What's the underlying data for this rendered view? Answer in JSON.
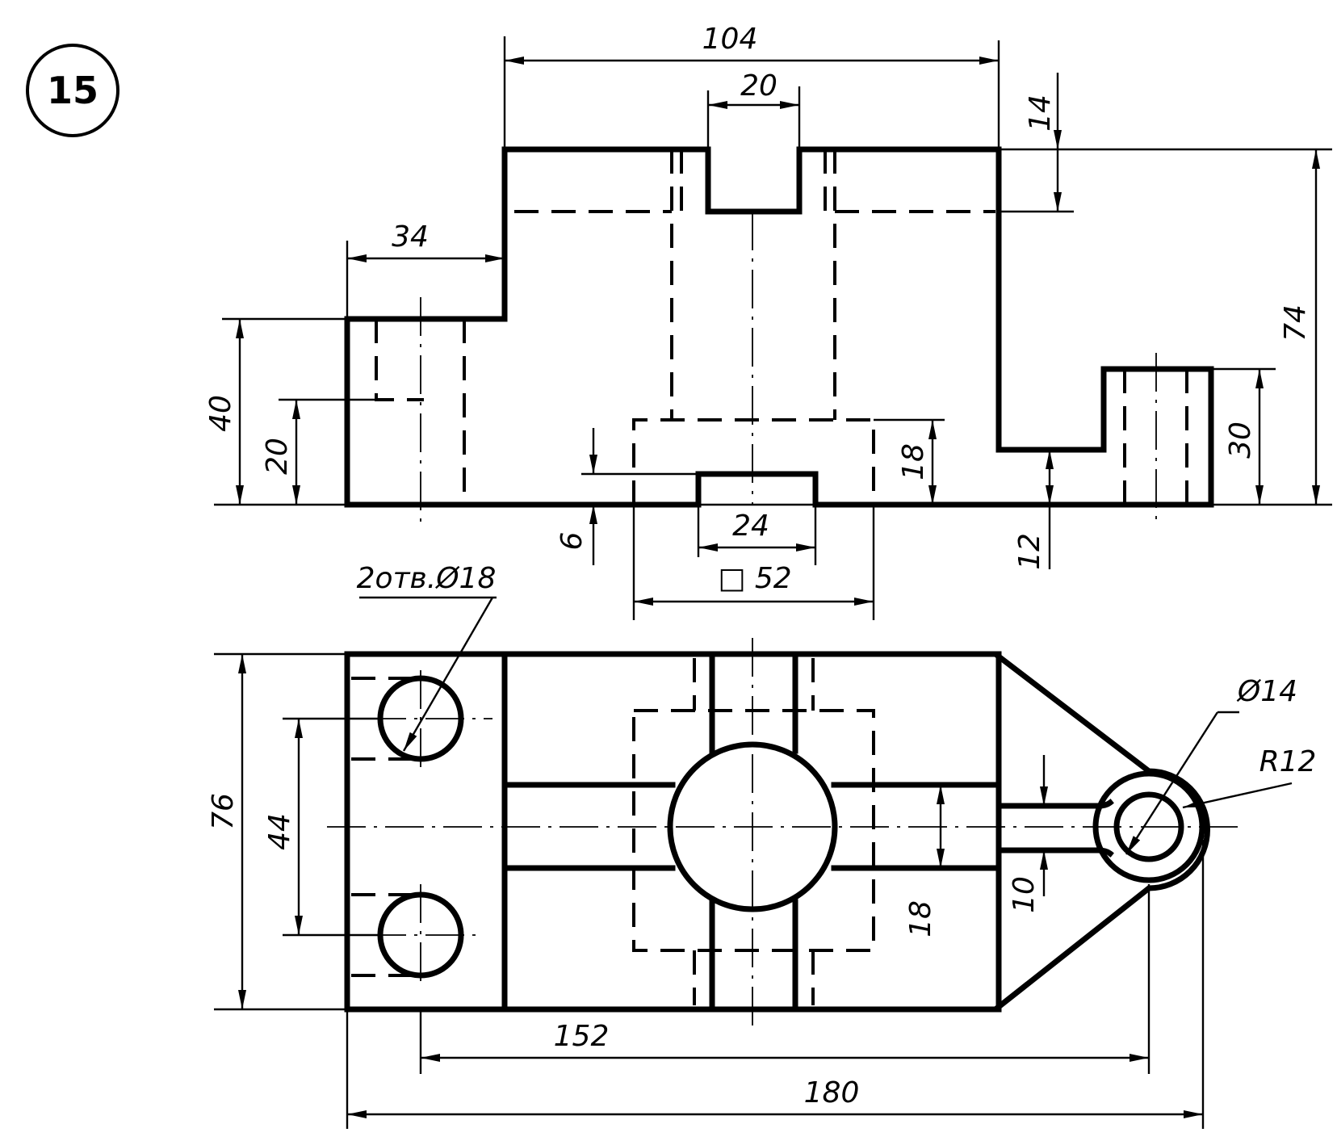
{
  "figure_number": "15",
  "colors": {
    "ink": "#000000",
    "paper": "#ffffff"
  },
  "front_view": {
    "dim_104": "104",
    "dim_20_top": "20",
    "dim_14": "14",
    "dim_74": "74",
    "dim_34": "34",
    "dim_40": "40",
    "dim_20_left": "20",
    "dim_18": "18",
    "dim_30": "30",
    "dim_6": "6",
    "dim_24": "24",
    "dim_12": "12",
    "dim_square_52": "□ 52"
  },
  "top_view": {
    "holes_note": "2отв.Ø18",
    "dim_phi14": "Ø14",
    "dim_r12": "R12",
    "dim_76": "76",
    "dim_44": "44",
    "dim_18": "18",
    "dim_10": "10",
    "dim_152": "152",
    "dim_180": "180"
  }
}
